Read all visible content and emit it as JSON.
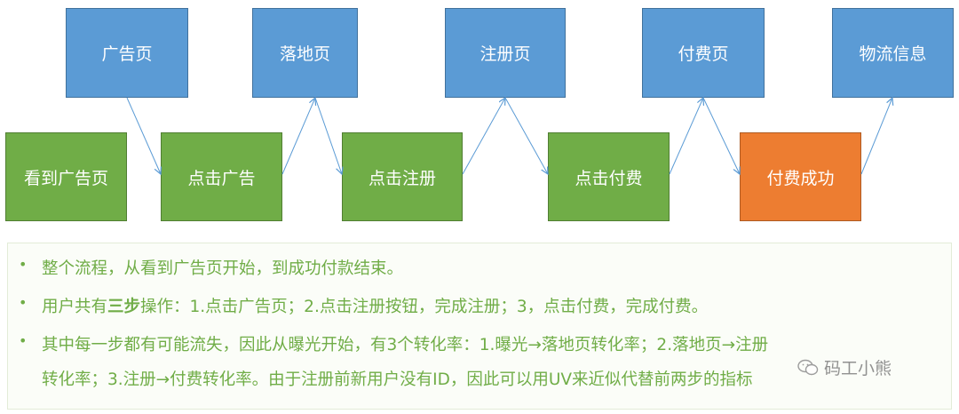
{
  "top_boxes": [
    "广告页",
    "落地页",
    "注册页",
    "付费页",
    "物流信息"
  ],
  "bottom_boxes": [
    "看到广告页",
    "点击广告",
    "点击注册",
    "点击付费",
    "付费成功"
  ],
  "colors": {
    "blue": "#5b9bd5",
    "green": "#70ad47",
    "orange": "#ed7d31",
    "arrow": "#5b9bd5",
    "note_text": "#70ad47"
  },
  "notes": {
    "line1": "整个流程，从看到广告页开始，到成功付款结束。",
    "line2_pre": "用户共有",
    "line2_bold": "三步",
    "line2_post": "操作：1.点击广告页；2.点击注册按钮，完成注册；3，点击付费，完成付费。",
    "line3": "其中每一步都有可能流失，因此从曝光开始，有3个转化率：1.曝光→落地页转化率；2.落地页→注册",
    "line4": "转化率；3.注册→付费转化率。由于注册前新用户没有ID，因此可以用UV来近似代替前两步的指标"
  },
  "watermark": {
    "text": "码工小熊",
    "icon": "wechat-icon"
  }
}
